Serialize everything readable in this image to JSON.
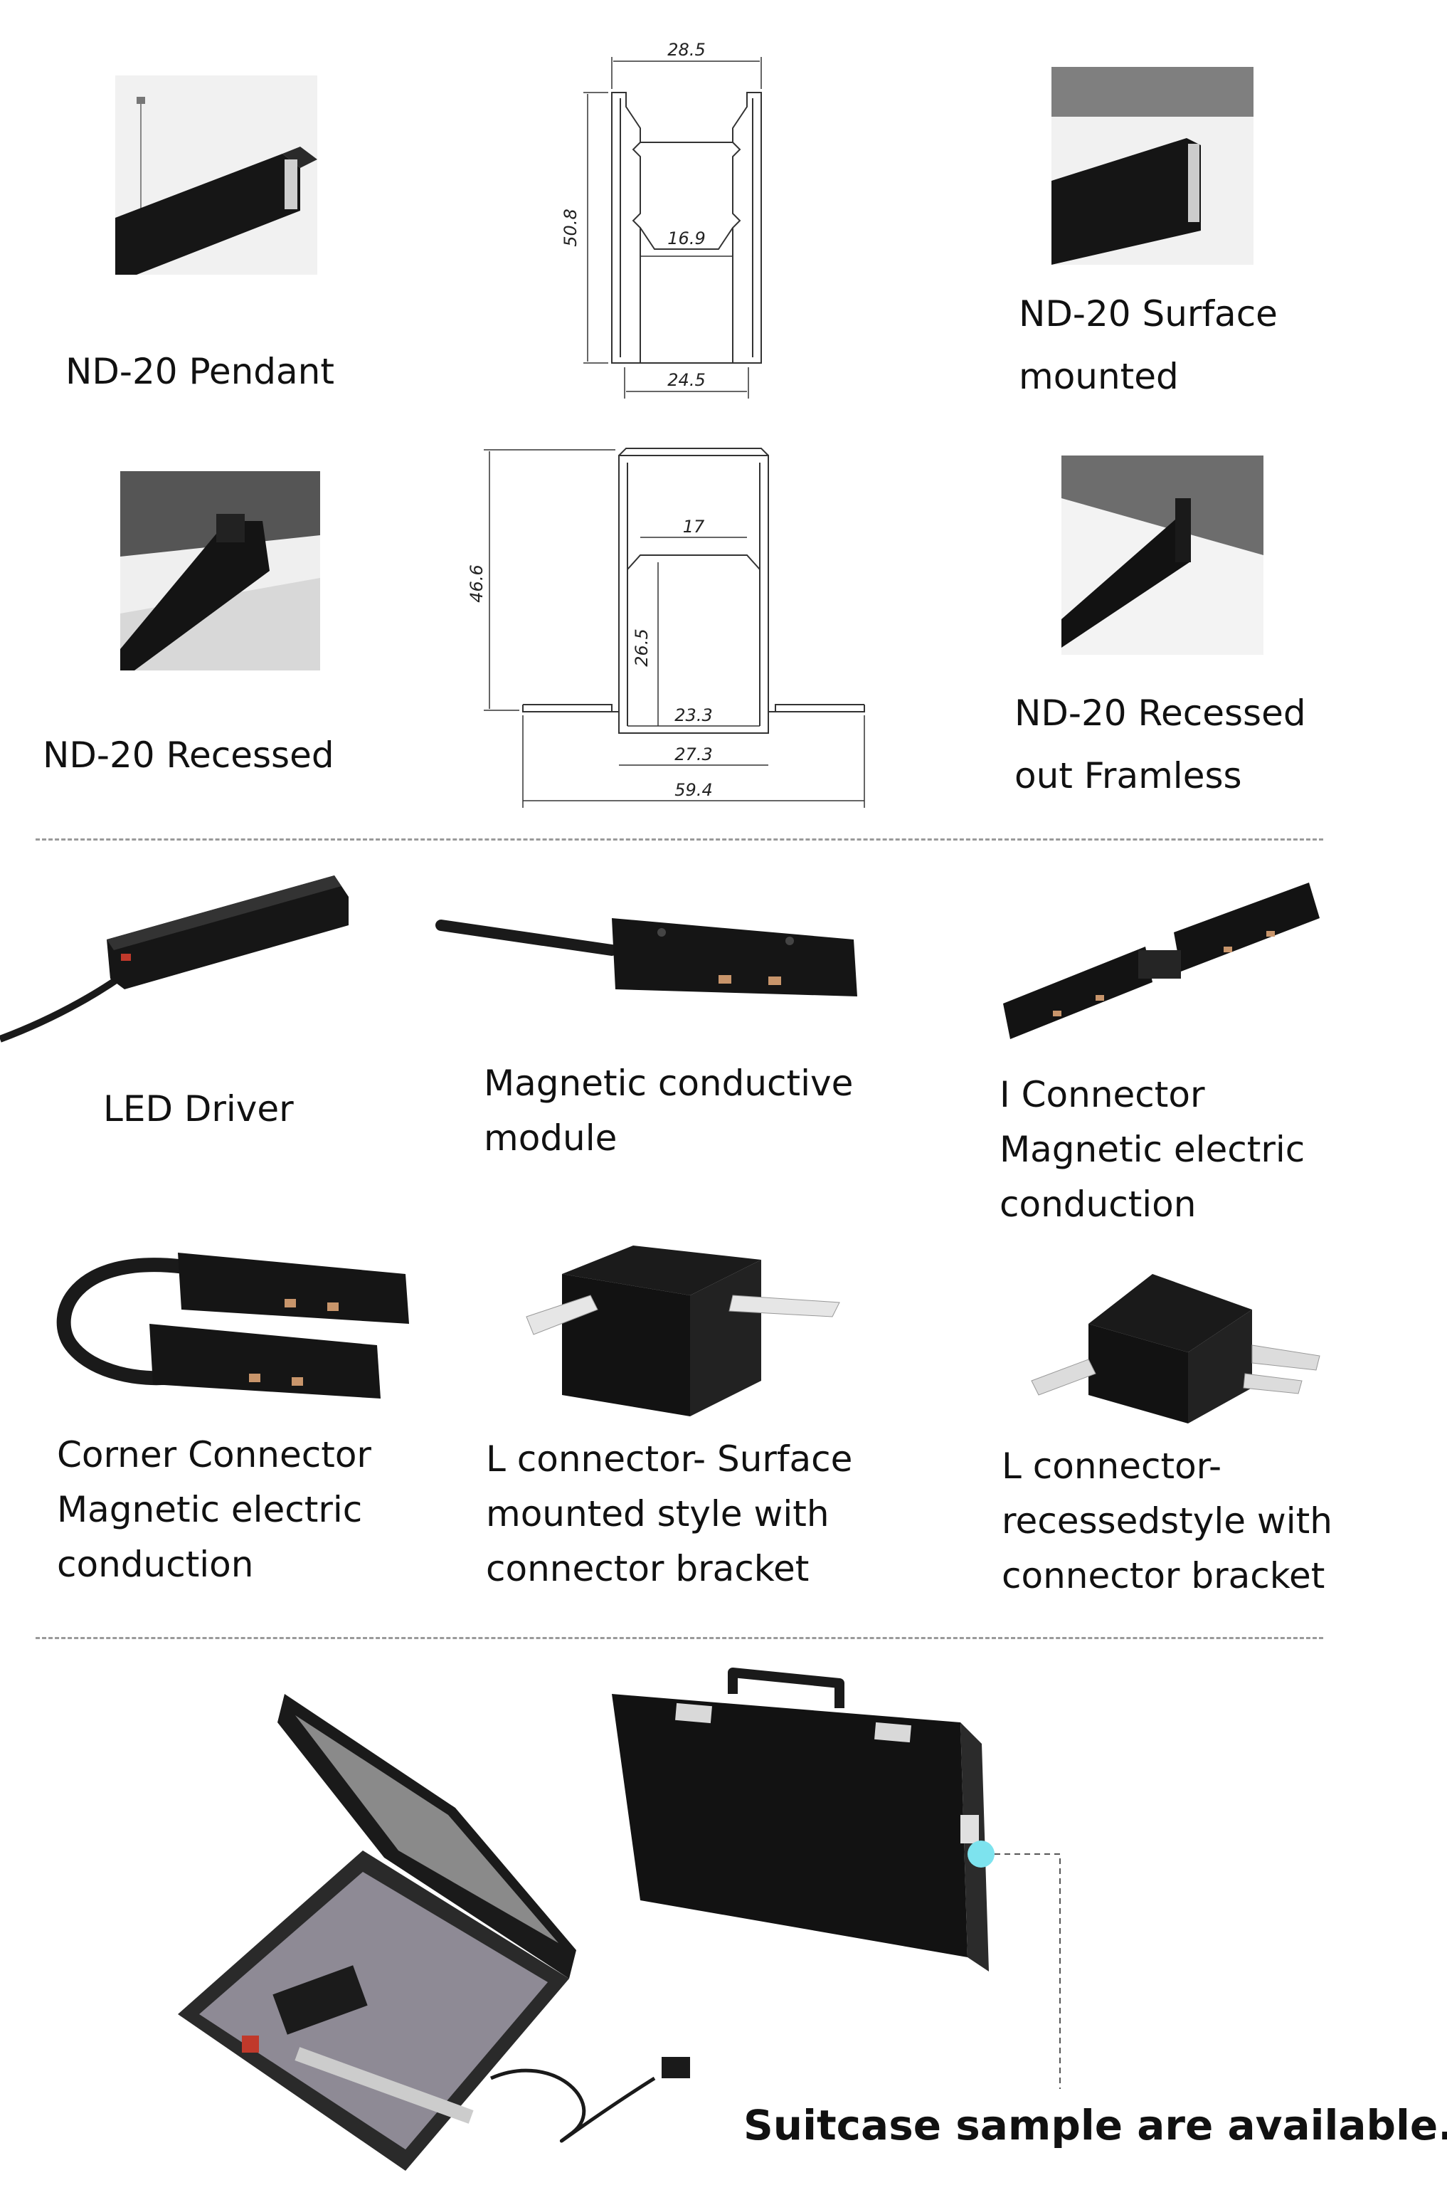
{
  "profiles": [
    {
      "label": "ND-20 Pendant"
    },
    {
      "label": "ND-20 Surface mounted",
      "lines": [
        "ND-20 Surface",
        "mounted"
      ]
    },
    {
      "label": "ND-20 Recessed"
    },
    {
      "label": "ND-20 Recessed out Framless",
      "lines": [
        "ND-20 Recessed",
        "out Framless"
      ]
    }
  ],
  "drawing_top": {
    "width_top": "28.5",
    "height": "50.8",
    "inner": "16.9",
    "width_bottom": "24.5"
  },
  "drawing_bottom": {
    "height": "46.6",
    "inner_top": "17",
    "inner_height": "26.5",
    "w1": "23.3",
    "w2": "27.3",
    "w3": "59.4"
  },
  "accessories": [
    {
      "lines": [
        "LED Driver"
      ]
    },
    {
      "lines": [
        "Magnetic conductive",
        "module"
      ]
    },
    {
      "lines": [
        "I Connector",
        "Magnetic electric",
        "conduction"
      ]
    },
    {
      "lines": [
        "Corner Connector",
        "Magnetic electric",
        "conduction"
      ]
    },
    {
      "lines": [
        "L connector- Surface",
        "mounted style with",
        "connector bracket"
      ]
    },
    {
      "lines": [
        "L connector-",
        "recessedstyle with",
        "connector bracket"
      ]
    }
  ],
  "footer": {
    "text": "Suitcase sample are available."
  },
  "colors": {
    "product": "#151515",
    "highlight": "#7de3ee",
    "divider": "#9a9a9a"
  }
}
